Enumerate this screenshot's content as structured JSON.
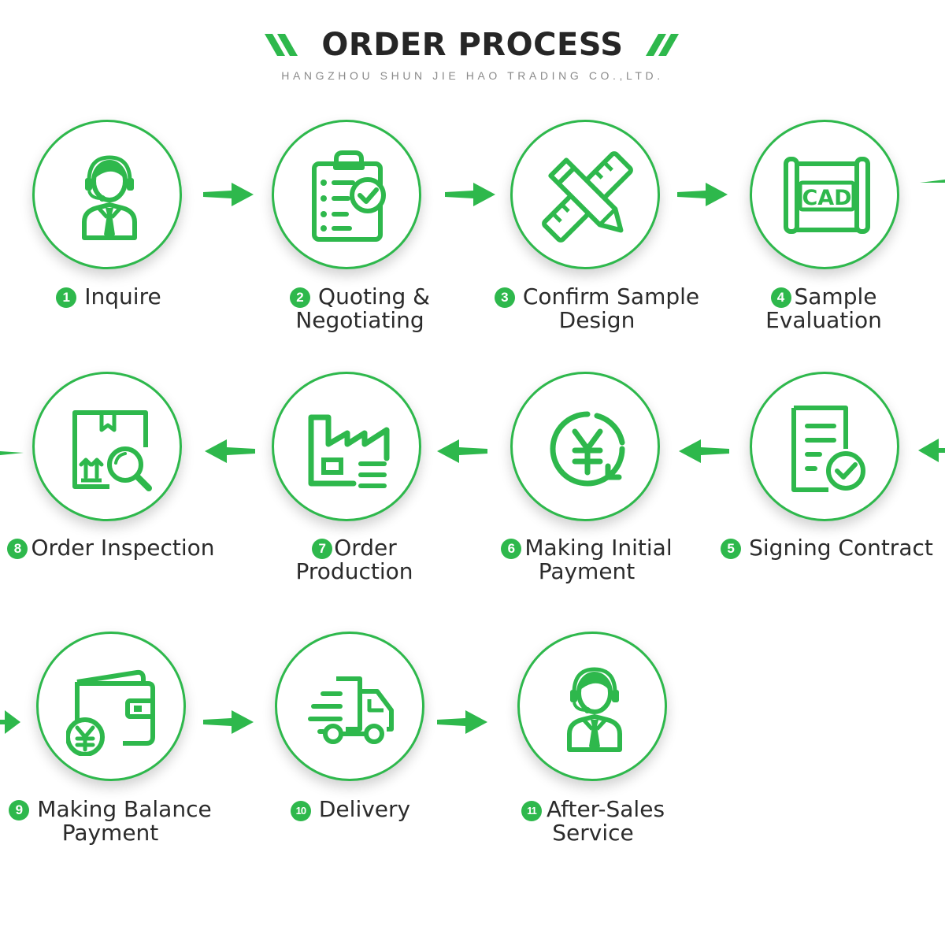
{
  "header": {
    "title": "ORDER PROCESS",
    "subtitle": "HANGZHOU SHUN JIE HAO TRADING CO.,LTD."
  },
  "colors": {
    "accent": "#2eb84c",
    "text": "#2b2b2b",
    "subtitle": "#8a8a8a"
  },
  "steps": [
    {
      "num": "1",
      "line1": "Inquire",
      "line2": "",
      "icon": "customer-service-icon"
    },
    {
      "num": "2",
      "line1": "Quoting &",
      "line2": "Negotiating",
      "icon": "clipboard-check-icon"
    },
    {
      "num": "3",
      "line1": "Confirm Sample",
      "line2": "Design",
      "icon": "ruler-pencil-icon"
    },
    {
      "num": "4",
      "line1": "Sample",
      "line2": "Evaluation",
      "icon": "cad-blueprint-icon"
    },
    {
      "num": "5",
      "line1": "Signing Contract",
      "line2": "",
      "icon": "contract-check-icon"
    },
    {
      "num": "6",
      "line1": "Making Initial",
      "line2": "Payment",
      "icon": "yuan-refresh-icon"
    },
    {
      "num": "7",
      "line1": "Order",
      "line2": "Production",
      "icon": "factory-icon"
    },
    {
      "num": "8",
      "line1": "Order Inspection",
      "line2": "",
      "icon": "box-inspection-icon"
    },
    {
      "num": "9",
      "line1": "Making Balance",
      "line2": "Payment",
      "icon": "wallet-yuan-icon"
    },
    {
      "num": "10",
      "line1": "Delivery",
      "line2": "",
      "icon": "delivery-truck-icon"
    },
    {
      "num": "11",
      "line1": "After-Sales",
      "line2": "Service",
      "icon": "customer-service-icon"
    }
  ]
}
